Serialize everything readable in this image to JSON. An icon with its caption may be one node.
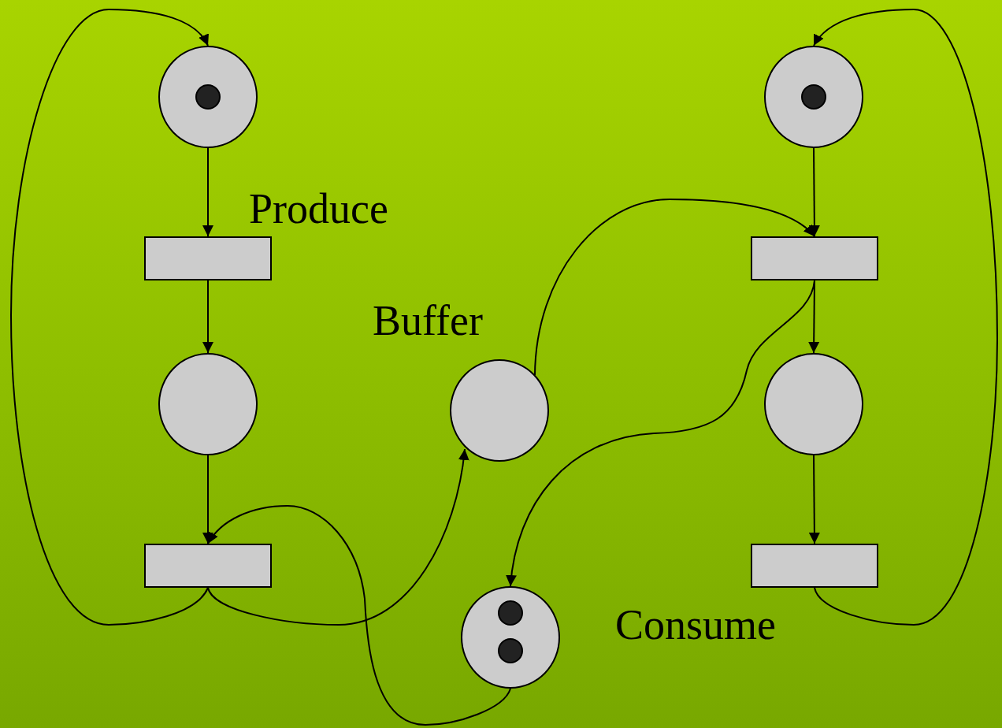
{
  "diagram": {
    "nodes": [
      {
        "text": [],
        "shape": "circle"
      },
      {
        "text": [],
        "shape": "box"
      },
      {
        "text": [],
        "shape": "circle"
      },
      {
        "text": [],
        "shape": "box"
      },
      {
        "text": [],
        "shape": "circle",
        "beside": [
          "Buffer"
        ]
      },
      {
        "text": [],
        "shape": "circle"
      },
      {
        "text": [],
        "shape": "box"
      },
      {
        "text": [],
        "shape": "circle"
      },
      {
        "text": [],
        "shape": "box"
      },
      {
        "text": [],
        "shape": "circle"
      }
    ],
    "edges": [
      {
        "from": 0,
        "to": 1,
        "arrow": "to"
      },
      {
        "from": 1,
        "to": 2,
        "arrow": "to"
      },
      {
        "from": 2,
        "to": 3,
        "arrow": "to"
      },
      {
        "from": 3,
        "to": 0,
        "arrow": "to"
      },
      {
        "from": 3,
        "to": 4,
        "arrow": "to"
      },
      {
        "from": 9,
        "to": 3,
        "arrow": "to"
      },
      {
        "from": 5,
        "to": 6,
        "arrow": "to"
      },
      {
        "from": 4,
        "to": 6,
        "arrow": "to"
      },
      {
        "from": 6,
        "to": 7,
        "arrow": "to"
      },
      {
        "from": 6,
        "to": 9,
        "arrow": "to"
      },
      {
        "from": 7,
        "to": 8,
        "arrow": "to"
      },
      {
        "from": 8,
        "to": 5,
        "arrow": "to"
      }
    ],
    "labels": [
      "Produce",
      "Consume"
    ]
  }
}
